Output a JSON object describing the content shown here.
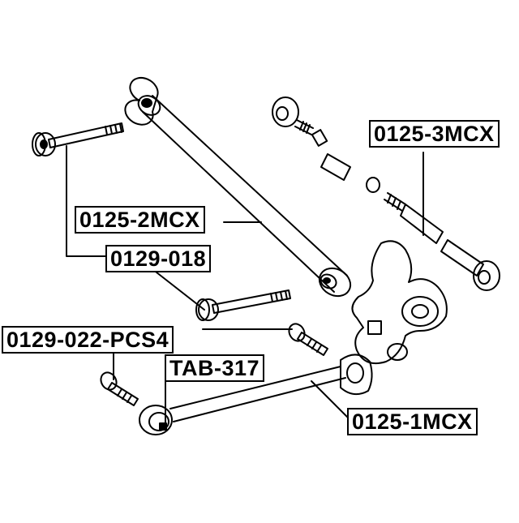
{
  "diagram": {
    "labels": [
      {
        "id": "rear-lateral-arm-upper",
        "text": "0125-3MCX"
      },
      {
        "id": "rear-lateral-arm-middle",
        "text": "0125-2MCX"
      },
      {
        "id": "cam-bolt-upper",
        "text": "0129-018"
      },
      {
        "id": "cam-bolt-lower",
        "text": "0129-022-PCS4"
      },
      {
        "id": "arm-bushing",
        "text": "TAB-317"
      },
      {
        "id": "rear-lateral-arm-lower",
        "text": "0125-1MCX"
      }
    ],
    "line_color": "#000000",
    "background_color": "#ffffff"
  }
}
